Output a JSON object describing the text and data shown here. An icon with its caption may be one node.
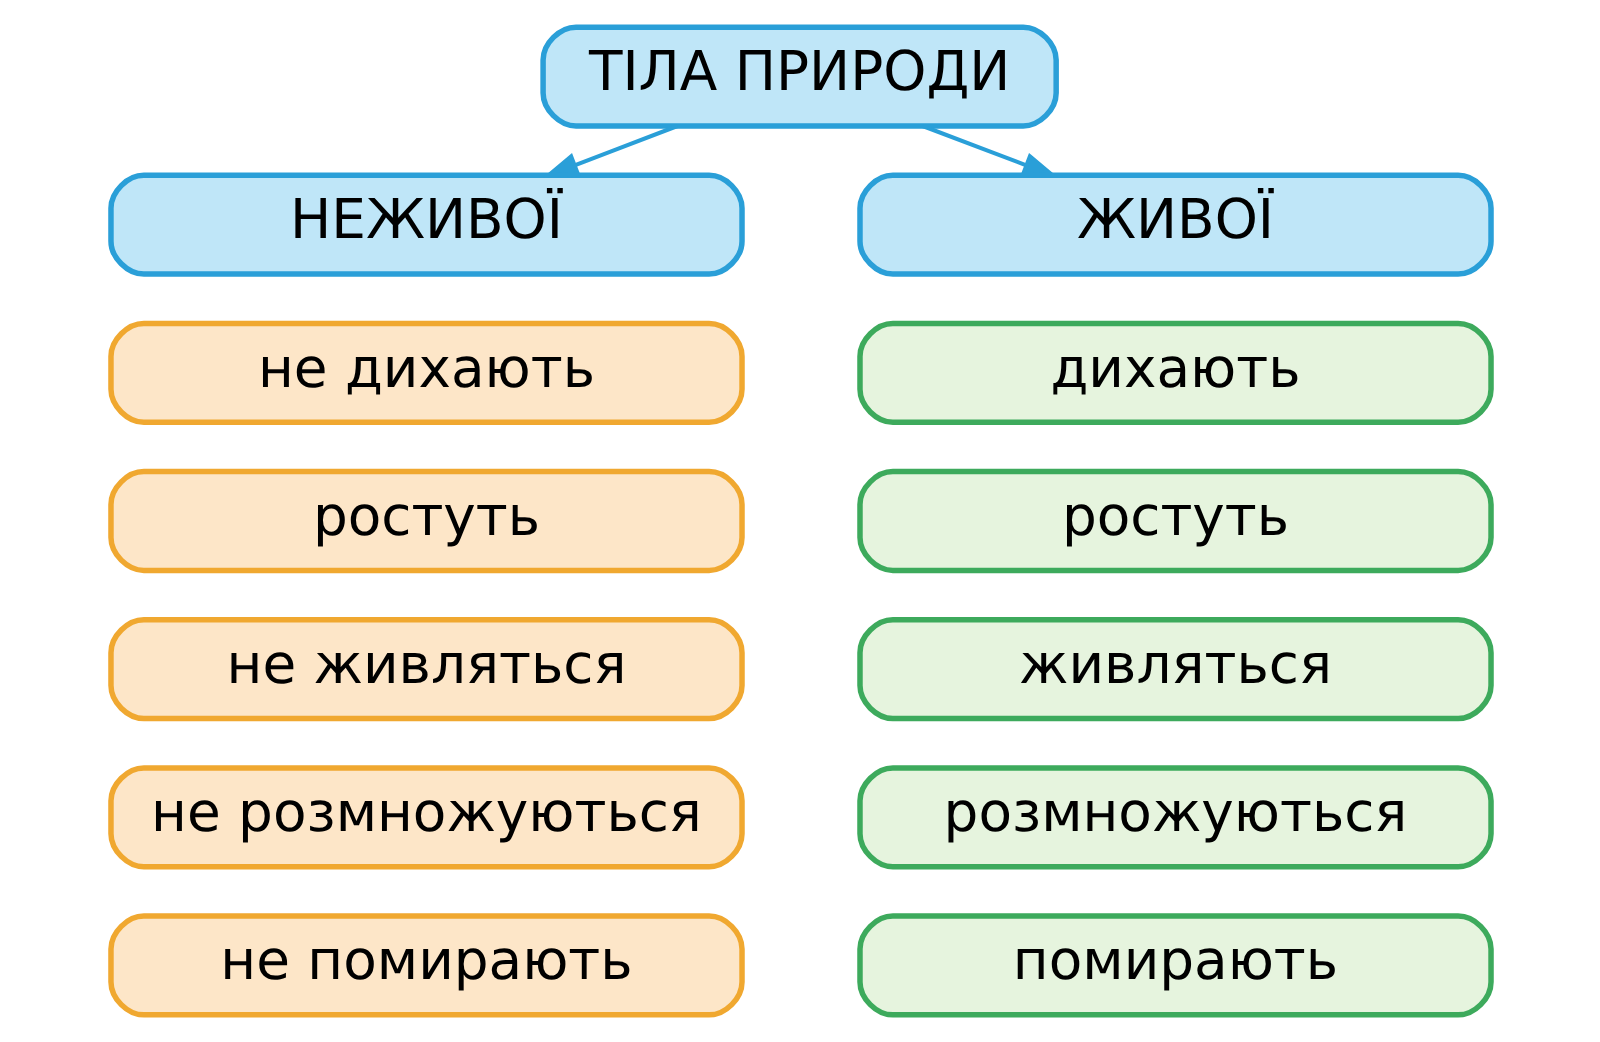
{
  "diagram": {
    "nodes": [
      {
        "text": [
          "ТІЛА ПРИРОДИ"
        ]
      },
      {
        "text": [
          "НЕЖИВОЇ"
        ]
      },
      {
        "text": [
          "ЖИВОЇ"
        ]
      },
      {
        "text": [
          "не дихають"
        ]
      },
      {
        "text": [
          "дихають"
        ]
      },
      {
        "text": [
          "ростуть"
        ]
      },
      {
        "text": [
          "ростуть"
        ]
      },
      {
        "text": [
          "не живляться"
        ]
      },
      {
        "text": [
          "живляться"
        ]
      },
      {
        "text": [
          "не розмножуються"
        ]
      },
      {
        "text": [
          "розмножуються"
        ]
      },
      {
        "text": [
          "не помирають"
        ]
      },
      {
        "text": [
          "помирають"
        ]
      }
    ],
    "edges": [
      {
        "from": 0,
        "to": 1,
        "arrow": "to"
      },
      {
        "from": 0,
        "to": 2,
        "arrow": "to"
      }
    ]
  }
}
